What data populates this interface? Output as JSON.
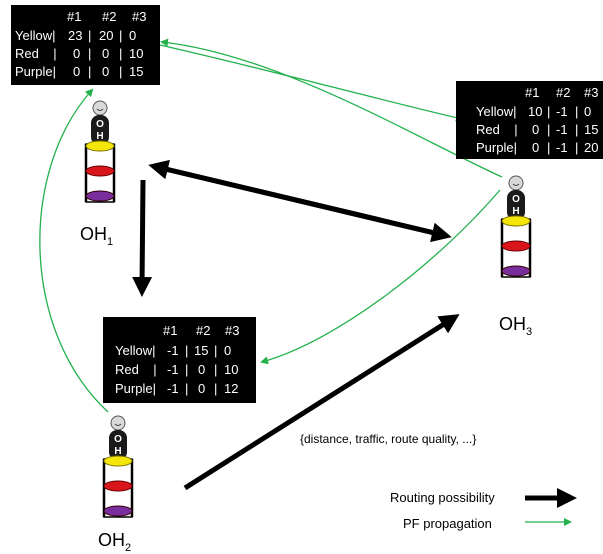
{
  "tables": [
    {
      "id": "table-oh1",
      "columns": [
        "#1",
        "#2",
        "#3"
      ],
      "rows": [
        {
          "label": "Yellow|",
          "cells": [
            "23",
            "|",
            "20",
            "|",
            "0"
          ]
        },
        {
          "label": "Red    |",
          "cells": [
            "0",
            "|",
            "0",
            "|",
            "10"
          ]
        },
        {
          "label": "Purple|",
          "cells": [
            "0",
            "|",
            "0",
            "|",
            "15"
          ]
        }
      ]
    },
    {
      "id": "table-oh3",
      "columns": [
        "#1",
        "#2",
        "#3"
      ],
      "rows": [
        {
          "label": "Yellow|",
          "cells": [
            "10",
            "|",
            "-1",
            "|",
            "0"
          ]
        },
        {
          "label": "Red    |",
          "cells": [
            "0",
            "|",
            "-1",
            "|",
            "15"
          ]
        },
        {
          "label": "Purple|",
          "cells": [
            "0",
            "|",
            "-1",
            "|",
            "20"
          ]
        }
      ]
    },
    {
      "id": "table-oh2",
      "columns": [
        "#1",
        "#2",
        "#3"
      ],
      "rows": [
        {
          "label": "Yellow|",
          "cells": [
            "-1",
            "|",
            "15",
            "|",
            "0"
          ]
        },
        {
          "label": "Red    |",
          "cells": [
            "-1",
            "|",
            "0",
            "|",
            "10"
          ]
        },
        {
          "label": "Purple|",
          "cells": [
            "-1",
            "|",
            "0",
            "|",
            "12"
          ]
        }
      ]
    }
  ],
  "nodes": [
    {
      "id": "oh1",
      "base": "OH",
      "sub": "1"
    },
    {
      "id": "oh2",
      "base": "OH",
      "sub": "2"
    },
    {
      "id": "oh3",
      "base": "OH",
      "sub": "3"
    }
  ],
  "robot_letters": [
    "O",
    "H"
  ],
  "attributes_text": "{distance, traffic, route quality, ...}",
  "legend": {
    "routing": "Routing possibility",
    "propagation": "PF propagation"
  },
  "colors": {
    "routing_arrow": "#000000",
    "pf_arrow": "#22b14c",
    "table_bg": "#000000",
    "yellow": "#f5e60a",
    "red": "#d9151c",
    "purple": "#7a2d9c"
  }
}
